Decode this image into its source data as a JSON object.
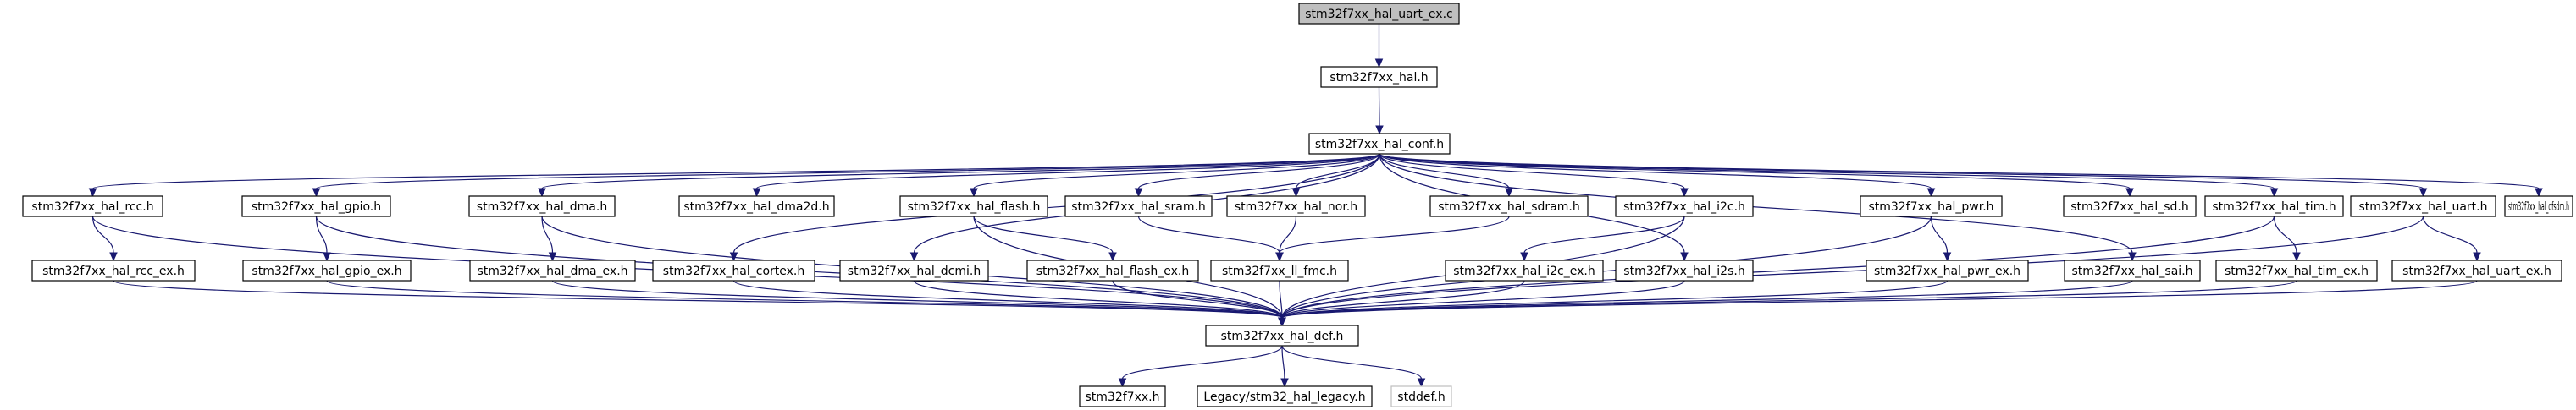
{
  "colors": {
    "edge": "#191970",
    "root_fill": "#bfbfbf",
    "node_fill": "#ffffff",
    "node_border": "#000000",
    "missing_border": "#bfbfbf"
  },
  "nodes": [
    {
      "id": "uart_ex_c",
      "label": "stm32f7xx_hal_uart_ex.c",
      "style": "root"
    },
    {
      "id": "hal_h",
      "label": "stm32f7xx_hal.h",
      "style": "normal"
    },
    {
      "id": "conf_h",
      "label": "stm32f7xx_hal_conf.h",
      "style": "normal"
    },
    {
      "id": "rcc_h",
      "label": "stm32f7xx_hal_rcc.h",
      "style": "normal"
    },
    {
      "id": "gpio_h",
      "label": "stm32f7xx_hal_gpio.h",
      "style": "normal"
    },
    {
      "id": "dma_h",
      "label": "stm32f7xx_hal_dma.h",
      "style": "normal"
    },
    {
      "id": "dma2d_h",
      "label": "stm32f7xx_hal_dma2d.h",
      "style": "normal"
    },
    {
      "id": "flash_h",
      "label": "stm32f7xx_hal_flash.h",
      "style": "normal"
    },
    {
      "id": "sram_h",
      "label": "stm32f7xx_hal_sram.h",
      "style": "normal"
    },
    {
      "id": "nor_h",
      "label": "stm32f7xx_hal_nor.h",
      "style": "normal"
    },
    {
      "id": "sdram_h",
      "label": "stm32f7xx_hal_sdram.h",
      "style": "normal"
    },
    {
      "id": "i2c_h",
      "label": "stm32f7xx_hal_i2c.h",
      "style": "normal"
    },
    {
      "id": "pwr_h",
      "label": "stm32f7xx_hal_pwr.h",
      "style": "normal"
    },
    {
      "id": "sd_h",
      "label": "stm32f7xx_hal_sd.h",
      "style": "normal"
    },
    {
      "id": "tim_h",
      "label": "stm32f7xx_hal_tim.h",
      "style": "normal"
    },
    {
      "id": "uart_h",
      "label": "stm32f7xx_hal_uart.h",
      "style": "normal"
    },
    {
      "id": "dfsdm_h",
      "label": "stm32f7xx_hal_dfsdm.h",
      "style": "normal"
    },
    {
      "id": "rcc_ex_h",
      "label": "stm32f7xx_hal_rcc_ex.h",
      "style": "normal"
    },
    {
      "id": "gpio_ex_h",
      "label": "stm32f7xx_hal_gpio_ex.h",
      "style": "normal"
    },
    {
      "id": "dma_ex_h",
      "label": "stm32f7xx_hal_dma_ex.h",
      "style": "normal"
    },
    {
      "id": "cortex_h",
      "label": "stm32f7xx_hal_cortex.h",
      "style": "normal"
    },
    {
      "id": "dcmi_h",
      "label": "stm32f7xx_hal_dcmi.h",
      "style": "normal"
    },
    {
      "id": "flash_ex_h",
      "label": "stm32f7xx_hal_flash_ex.h",
      "style": "normal"
    },
    {
      "id": "ll_fmc_h",
      "label": "stm32f7xx_ll_fmc.h",
      "style": "normal"
    },
    {
      "id": "i2c_ex_h",
      "label": "stm32f7xx_hal_i2c_ex.h",
      "style": "normal"
    },
    {
      "id": "i2s_h",
      "label": "stm32f7xx_hal_i2s.h",
      "style": "normal"
    },
    {
      "id": "pwr_ex_h",
      "label": "stm32f7xx_hal_pwr_ex.h",
      "style": "normal"
    },
    {
      "id": "sai_h",
      "label": "stm32f7xx_hal_sai.h",
      "style": "normal"
    },
    {
      "id": "tim_ex_h",
      "label": "stm32f7xx_hal_tim_ex.h",
      "style": "normal"
    },
    {
      "id": "uart_ex_h",
      "label": "stm32f7xx_hal_uart_ex.h",
      "style": "normal"
    },
    {
      "id": "def_h",
      "label": "stm32f7xx_hal_def.h",
      "style": "normal"
    },
    {
      "id": "stm32f7xx_h",
      "label": "stm32f7xx.h",
      "style": "normal"
    },
    {
      "id": "legacy_h",
      "label": "Legacy/stm32_hal_legacy.h",
      "style": "normal"
    },
    {
      "id": "stddef_h",
      "label": "stddef.h",
      "style": "missing"
    }
  ],
  "edges": [
    [
      "uart_ex_c",
      "hal_h"
    ],
    [
      "hal_h",
      "conf_h"
    ],
    [
      "conf_h",
      "rcc_h"
    ],
    [
      "conf_h",
      "gpio_h"
    ],
    [
      "conf_h",
      "dma_h"
    ],
    [
      "conf_h",
      "cortex_h"
    ],
    [
      "conf_h",
      "dma2d_h"
    ],
    [
      "conf_h",
      "dcmi_h"
    ],
    [
      "conf_h",
      "flash_h"
    ],
    [
      "conf_h",
      "sram_h"
    ],
    [
      "conf_h",
      "nor_h"
    ],
    [
      "conf_h",
      "sdram_h"
    ],
    [
      "conf_h",
      "i2c_h"
    ],
    [
      "conf_h",
      "i2s_h"
    ],
    [
      "conf_h",
      "pwr_h"
    ],
    [
      "conf_h",
      "sai_h"
    ],
    [
      "conf_h",
      "sd_h"
    ],
    [
      "conf_h",
      "tim_h"
    ],
    [
      "conf_h",
      "uart_h"
    ],
    [
      "conf_h",
      "dfsdm_h"
    ],
    [
      "rcc_h",
      "rcc_ex_h"
    ],
    [
      "rcc_h",
      "def_h"
    ],
    [
      "gpio_h",
      "gpio_ex_h"
    ],
    [
      "gpio_h",
      "def_h"
    ],
    [
      "dma_h",
      "dma_ex_h"
    ],
    [
      "dma_h",
      "def_h"
    ],
    [
      "flash_h",
      "flash_ex_h"
    ],
    [
      "flash_h",
      "def_h"
    ],
    [
      "sram_h",
      "ll_fmc_h"
    ],
    [
      "nor_h",
      "ll_fmc_h"
    ],
    [
      "sdram_h",
      "ll_fmc_h"
    ],
    [
      "i2c_h",
      "i2c_ex_h"
    ],
    [
      "i2c_h",
      "def_h"
    ],
    [
      "pwr_h",
      "pwr_ex_h"
    ],
    [
      "pwr_h",
      "def_h"
    ],
    [
      "tim_h",
      "tim_ex_h"
    ],
    [
      "tim_h",
      "def_h"
    ],
    [
      "uart_h",
      "uart_ex_h"
    ],
    [
      "uart_h",
      "def_h"
    ],
    [
      "rcc_ex_h",
      "def_h"
    ],
    [
      "gpio_ex_h",
      "def_h"
    ],
    [
      "dma_ex_h",
      "def_h"
    ],
    [
      "cortex_h",
      "def_h"
    ],
    [
      "dcmi_h",
      "def_h"
    ],
    [
      "flash_ex_h",
      "def_h"
    ],
    [
      "ll_fmc_h",
      "def_h"
    ],
    [
      "i2c_ex_h",
      "def_h"
    ],
    [
      "i2s_h",
      "def_h"
    ],
    [
      "pwr_ex_h",
      "def_h"
    ],
    [
      "sai_h",
      "def_h"
    ],
    [
      "tim_ex_h",
      "def_h"
    ],
    [
      "uart_ex_h",
      "def_h"
    ],
    [
      "def_h",
      "stm32f7xx_h"
    ],
    [
      "def_h",
      "legacy_h"
    ],
    [
      "def_h",
      "stddef_h"
    ]
  ]
}
